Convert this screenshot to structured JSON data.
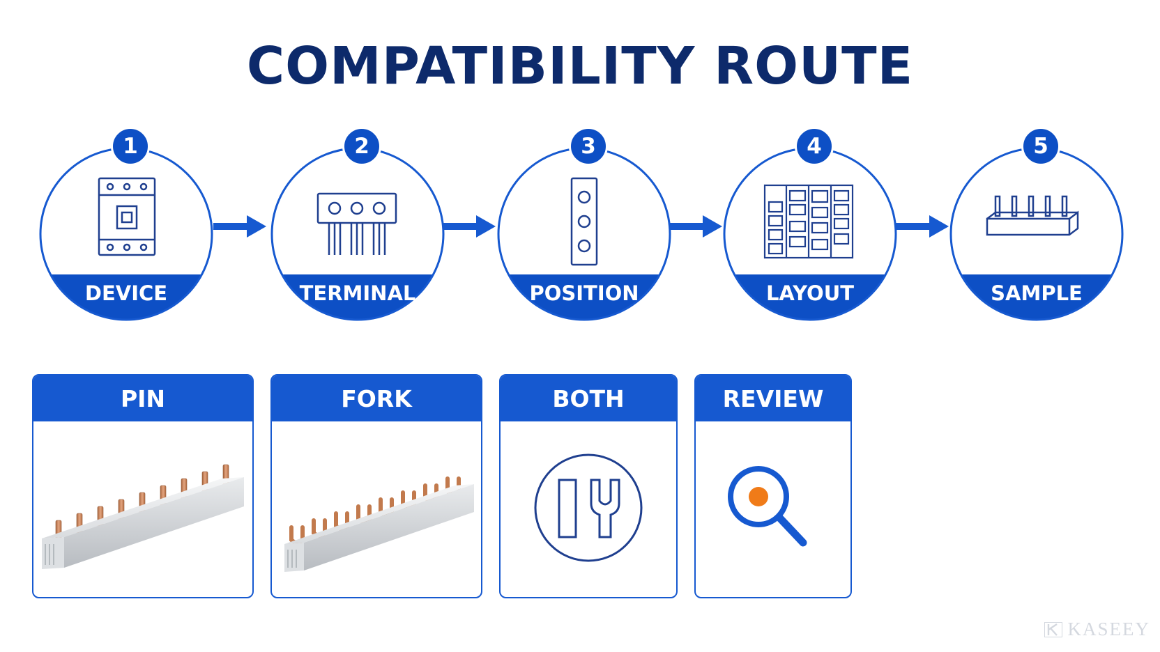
{
  "title": "COMPATIBILITY ROUTE",
  "steps": [
    {
      "number": "1",
      "label": "DEVICE",
      "icon": "breaker-device-icon"
    },
    {
      "number": "2",
      "label": "TERMINAL",
      "icon": "terminal-block-icon"
    },
    {
      "number": "3",
      "label": "POSITION",
      "icon": "terminal-position-icon"
    },
    {
      "number": "4",
      "label": "LAYOUT",
      "icon": "panel-layout-icon"
    },
    {
      "number": "5",
      "label": "SAMPLE",
      "icon": "busbar-sample-icon"
    }
  ],
  "cards": [
    {
      "label": "PIN",
      "image": "pin-busbar-image"
    },
    {
      "label": "FORK",
      "image": "fork-busbar-image"
    },
    {
      "label": "BOTH",
      "image": "pin-and-fork-icon"
    },
    {
      "label": "REVIEW",
      "image": "magnifier-review-icon"
    }
  ],
  "brand": "KASEEY",
  "colors": {
    "navy": "#0d2a6b",
    "blue": "#1659d0",
    "orange": "#f07b18",
    "copper": "#c87a4f"
  }
}
